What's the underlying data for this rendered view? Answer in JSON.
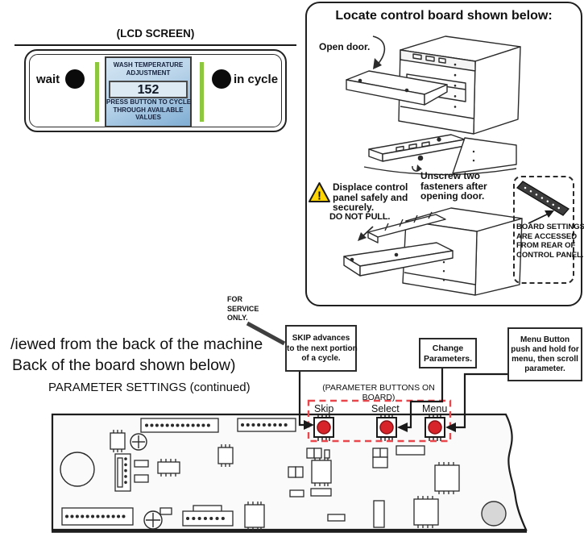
{
  "lcd": {
    "title": "(LCD SCREEN)",
    "wait_label": "wait",
    "in_cycle_label": "in cycle",
    "screen_heading_lines": [
      "WASH TEMPERATURE",
      "ADJUSTMENT"
    ],
    "value": "152",
    "screen_note_lines": [
      "PRESS BUTTON TO CYCLE",
      "THROUGH AVAILABLE",
      "VALUES"
    ]
  },
  "locate": {
    "title": "Locate control board shown below:",
    "open_door": "Open door.",
    "unscrew_lines": [
      "Unscrew two",
      "fasteners after",
      "opening door."
    ],
    "displace_lines": [
      "Displace control",
      "panel safely and",
      "securely."
    ],
    "do_not_pull": "DO NOT PULL.",
    "warning_mark": "!",
    "board_settings_lines": [
      "BOARD SETTINGS",
      "ARE ACCESSED",
      "FROM REAR OF",
      "CONTROL PANEL."
    ]
  },
  "notes": {
    "viewed_line1": "/iewed from the back of the machine",
    "viewed_line2": "Back of the board shown below)",
    "section_title": "PARAMETER SETTINGS (continued)",
    "for_service_lines": [
      "FOR",
      "SERVICE",
      "ONLY."
    ],
    "skip_lines": [
      "SKIP advances",
      "to the next portion",
      "of a cycle."
    ],
    "change_lines": [
      "Change",
      "Parameters."
    ],
    "menu_lines": [
      "Menu Button",
      "push and hold for",
      "menu, then scroll",
      "parameter."
    ]
  },
  "board": {
    "caption": "(PARAMETER BUTTONS ON BOARD)",
    "button_labels": [
      "Skip",
      "Select",
      "Menu"
    ]
  },
  "colors": {
    "accent-red": "#d7242b",
    "dashed-red": "#e8474d",
    "lcd-green": "#8dc63f",
    "lcd-blue-light": "#d4e6f3",
    "lcd-blue-dark": "#7fadd3",
    "warning-yellow": "#ffd504"
  }
}
